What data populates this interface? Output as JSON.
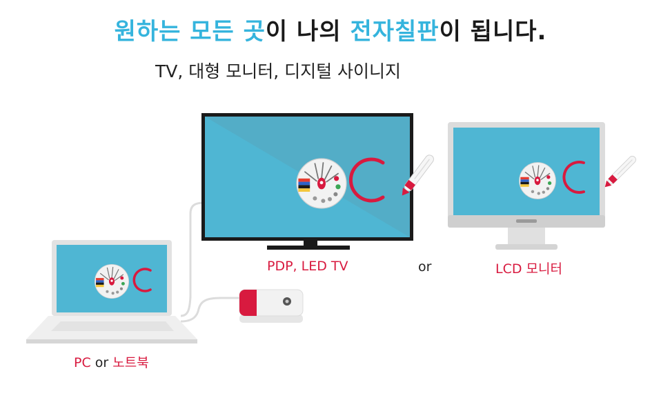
{
  "headline": {
    "part1": "원하는 모든 곳",
    "part2": "이 나의 ",
    "part3": "전자칠판",
    "part4": "이 됩니다."
  },
  "subtitle": "TV, 대형 모니터, 디지털 사이니지",
  "labels": {
    "tv": "PDP, LED TV",
    "or": "or",
    "monitor": "LCD 모니터",
    "pc_prefix": "PC",
    "pc_or": " or ",
    "pc_suffix": "노트북"
  },
  "colors": {
    "accent_blue": "#35b4dd",
    "accent_red": "#d81a3f",
    "screen": "#4fb6d3"
  }
}
